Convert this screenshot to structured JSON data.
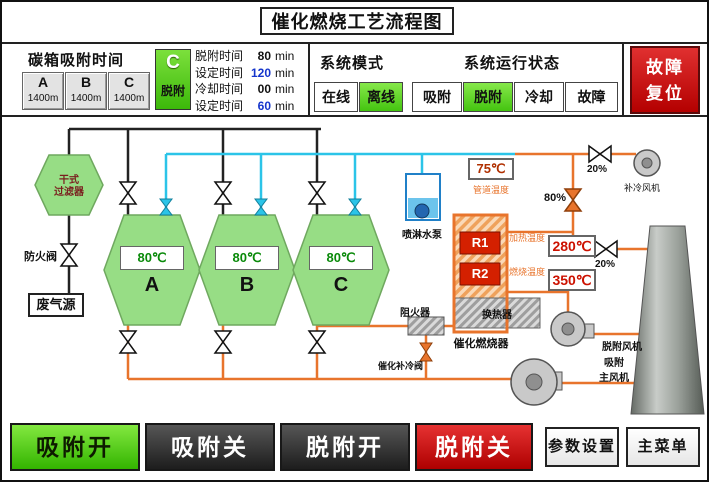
{
  "window": {
    "title": "催化燃烧工艺流程图"
  },
  "palette": {
    "accent_green": "#55CC11",
    "alarm_red": "#CC1111",
    "pipe_hot": "#E8742C",
    "pipe_cool": "#2BC4E8",
    "pipe_raw": "#222222",
    "tank_green": "#97DD85",
    "setpoint_blue": "#1535CC"
  },
  "adsorb_panel": {
    "title": "碳箱吸附时间",
    "boxes": [
      {
        "name": "A",
        "time": "1400m"
      },
      {
        "name": "B",
        "time": "1400m"
      },
      {
        "name": "C",
        "time": "1400m"
      }
    ],
    "active": {
      "name": "C",
      "mode": "脱附"
    },
    "timers": [
      {
        "label": "脱附时间",
        "value": "80",
        "unit": "min"
      },
      {
        "label": "设定时间",
        "value": "120",
        "unit": "min"
      },
      {
        "label": "冷却时间",
        "value": "00",
        "unit": "min"
      },
      {
        "label": "设定时间",
        "value": "60",
        "unit": "min"
      }
    ]
  },
  "system_mode": {
    "title": "系统模式",
    "options": [
      {
        "label": "在线",
        "active": false
      },
      {
        "label": "离线",
        "active": true
      }
    ]
  },
  "system_status": {
    "title": "系统运行状态",
    "options": [
      {
        "label": "吸附",
        "active": false
      },
      {
        "label": "脱附",
        "active": true
      },
      {
        "label": "冷却",
        "active": false
      },
      {
        "label": "故障",
        "active": false
      }
    ]
  },
  "fault_reset": {
    "line1": "故障",
    "line2": "复位"
  },
  "diagram": {
    "dry_filter": {
      "line1": "干式",
      "line2": "过滤器"
    },
    "fire_valve_label": "防火阀",
    "waste_gas_label": "废气源",
    "tanks": [
      {
        "temp": "80℃",
        "name": "A"
      },
      {
        "temp": "80℃",
        "name": "B"
      },
      {
        "temp": "80℃",
        "name": "C"
      }
    ],
    "spray_pump_label": "喷淋水泵",
    "pipe_temp": {
      "value": "75℃",
      "label": "管道温度"
    },
    "valve_80_label": "80%",
    "valve_20_top_label": "20%",
    "valve_20_mid_label": "20%",
    "cool_fan_label": "补冷风机",
    "combustor": {
      "r1": "R1",
      "r2": "R2",
      "heating": {
        "label": "加热温度",
        "value": "280℃"
      },
      "burning": {
        "label": "燃烧温度",
        "value": "350℃"
      },
      "heat_exchanger_label": "换热器",
      "label": "催化燃烧器"
    },
    "flame_arrester_label": "阻火器",
    "catalytic_cool_valve_label": "催化补冷阀",
    "desorb_fan_label": "脱附风机",
    "main_fan_label": {
      "line1": "吸附",
      "line2": "主风机"
    }
  },
  "buttons": {
    "adsorb_on": "吸附开",
    "adsorb_off": "吸附关",
    "desorb_on": "脱附开",
    "desorb_off": "脱附关",
    "params": "参数设置",
    "menu": "主菜单"
  }
}
